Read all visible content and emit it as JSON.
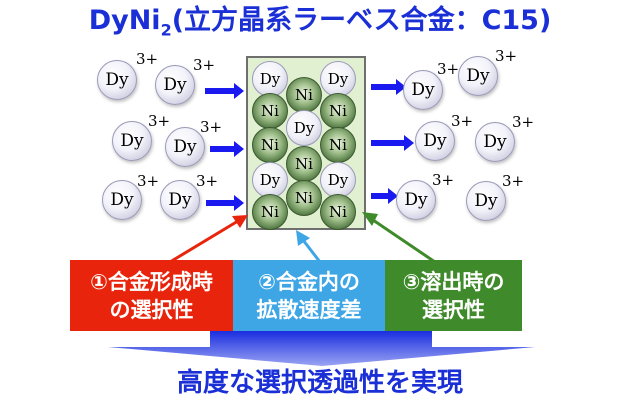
{
  "title": {
    "main": "DyNi",
    "sub": "2",
    "rest": "(立方晶系ラーベス合金：C15)"
  },
  "ion_label": "Dy",
  "ion_charge": "3+",
  "atom_labels": {
    "dy": "Dy",
    "ni": "Ni"
  },
  "boxes": [
    {
      "line1": "①合金形成時",
      "line2": "の選択性",
      "color": "#e8250c"
    },
    {
      "line1": "②合金内の",
      "line2": "拡散速度差",
      "color": "#3fa6e6"
    },
    {
      "line1": "③溶出時の",
      "line2": "選択性",
      "color": "#3f8a2a"
    }
  ],
  "conclusion": "高度な選択透過性を実現"
}
